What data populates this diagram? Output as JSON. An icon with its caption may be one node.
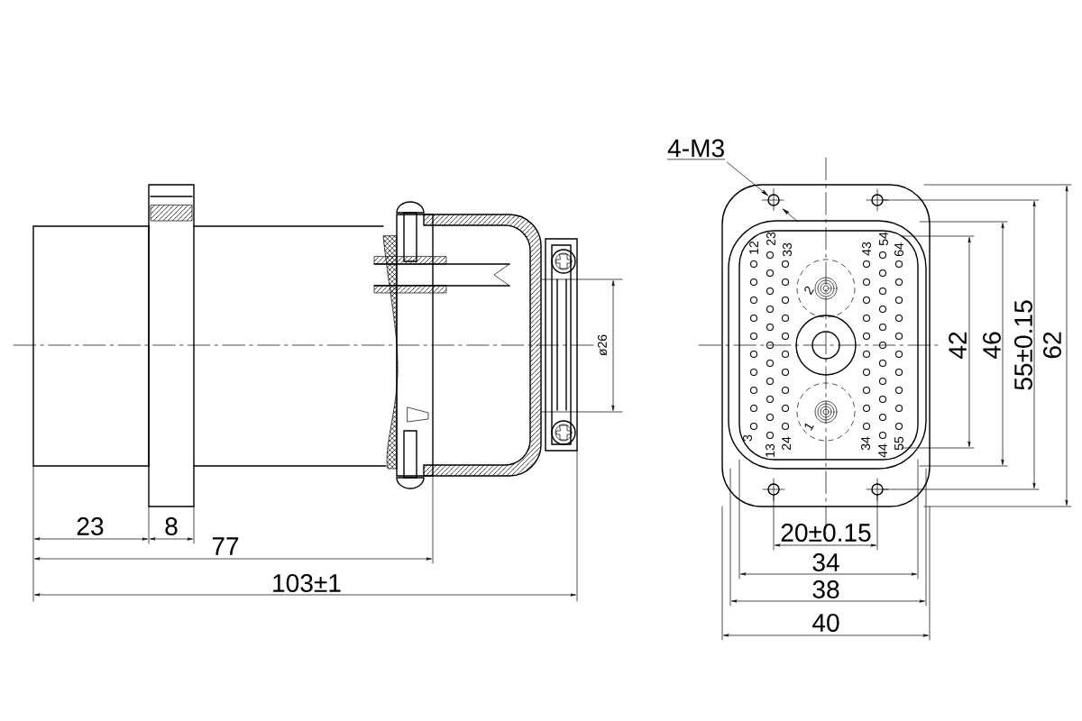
{
  "diagram": {
    "nodes": [
      {
        "text": [
          "4-M3"
        ]
      },
      {
        "text": [],
        "shape": "circle"
      }
    ],
    "edges": [
      {
        "from": 0,
        "to": 1,
        "arrow": "to"
      }
    ],
    "labels": [
      "12",
      "23",
      "33",
      "43",
      "54",
      "64",
      "2",
      "ø26",
      "42",
      "46",
      "55±0.15",
      "62",
      "1",
      "3",
      "13",
      "24",
      "34",
      "44",
      "55",
      "23",
      "8",
      "77",
      "20±0.15",
      "34",
      "103±1",
      "38",
      "40"
    ]
  }
}
